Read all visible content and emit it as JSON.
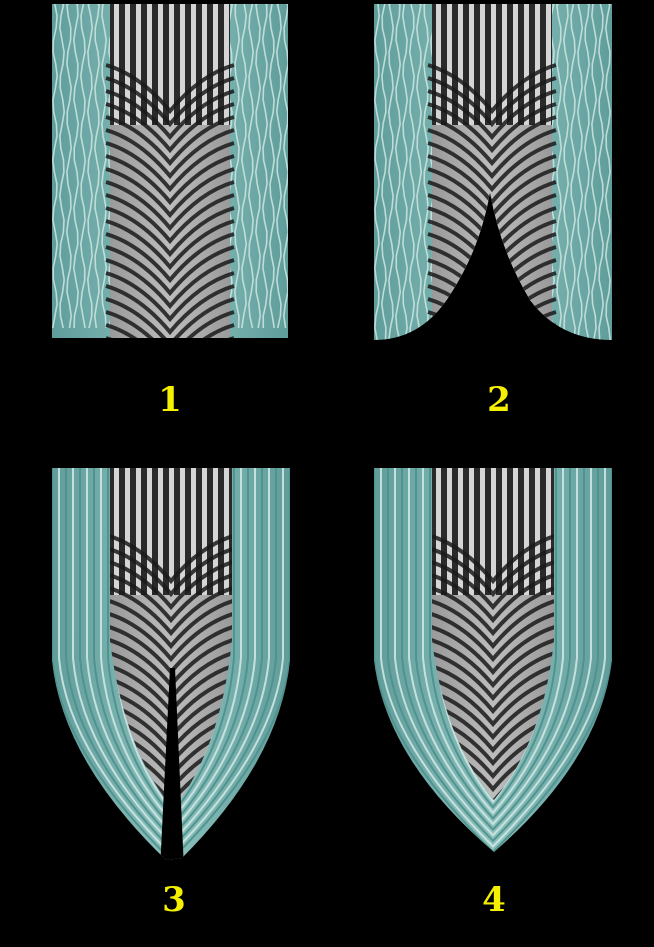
{
  "panels": [
    {
      "label": "1",
      "stage": "flat"
    },
    {
      "label": "2",
      "stage": "notched"
    },
    {
      "label": "3",
      "stage": "pointed-with-slit"
    },
    {
      "label": "4",
      "stage": "pointed-closed"
    }
  ],
  "colors": {
    "background": "#000000",
    "outer_band": "#6fa9a6",
    "outer_stripe": "#cfe6e2",
    "inner_light": "#e8e8e8",
    "inner_dark": "#1a1a1a",
    "label": "#f4f000"
  }
}
